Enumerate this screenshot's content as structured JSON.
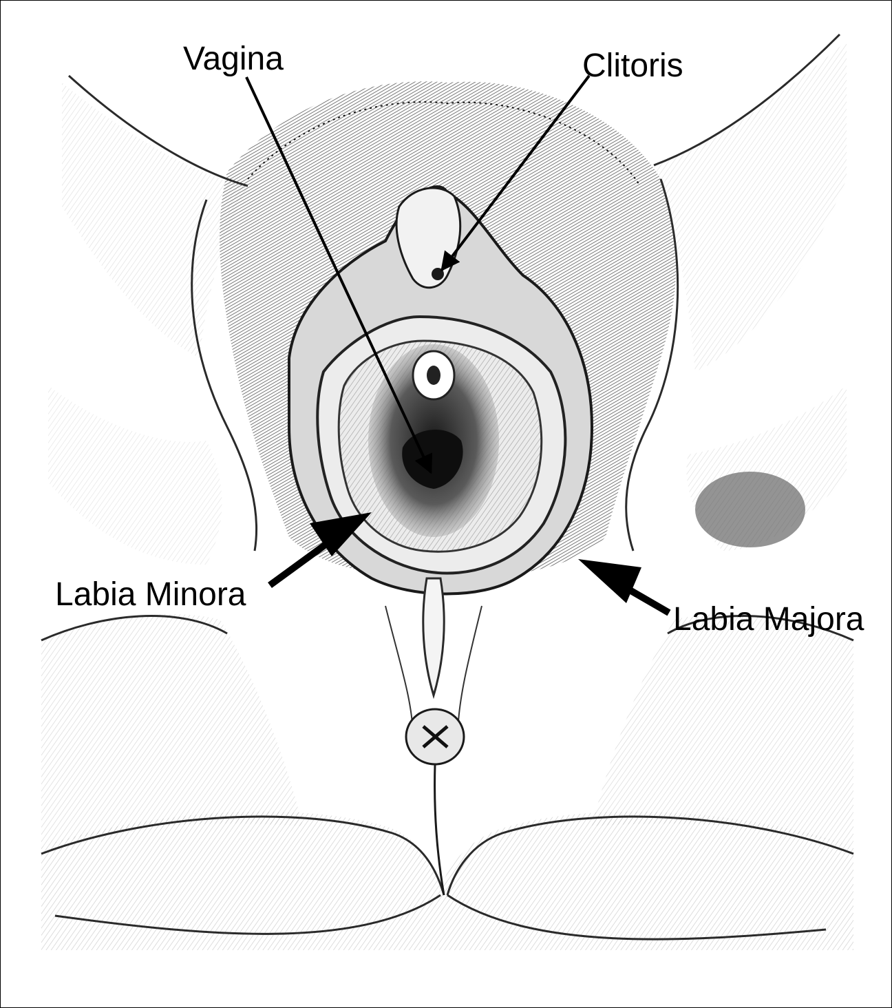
{
  "labels": {
    "vagina": "Vagina",
    "clitoris": "Clitoris",
    "labia_minora": "Labia Minora",
    "labia_majora": "Labia Majora"
  },
  "colors": {
    "ink": "#000000",
    "background": "#ffffff",
    "pencil_dark": "#3a3a3a",
    "pencil_mid": "#7a7a7a",
    "pencil_light": "#b8b8b8"
  },
  "illustration": {
    "style": "graphite pencil drawing",
    "icon": "anatomy-illustration-icon"
  }
}
